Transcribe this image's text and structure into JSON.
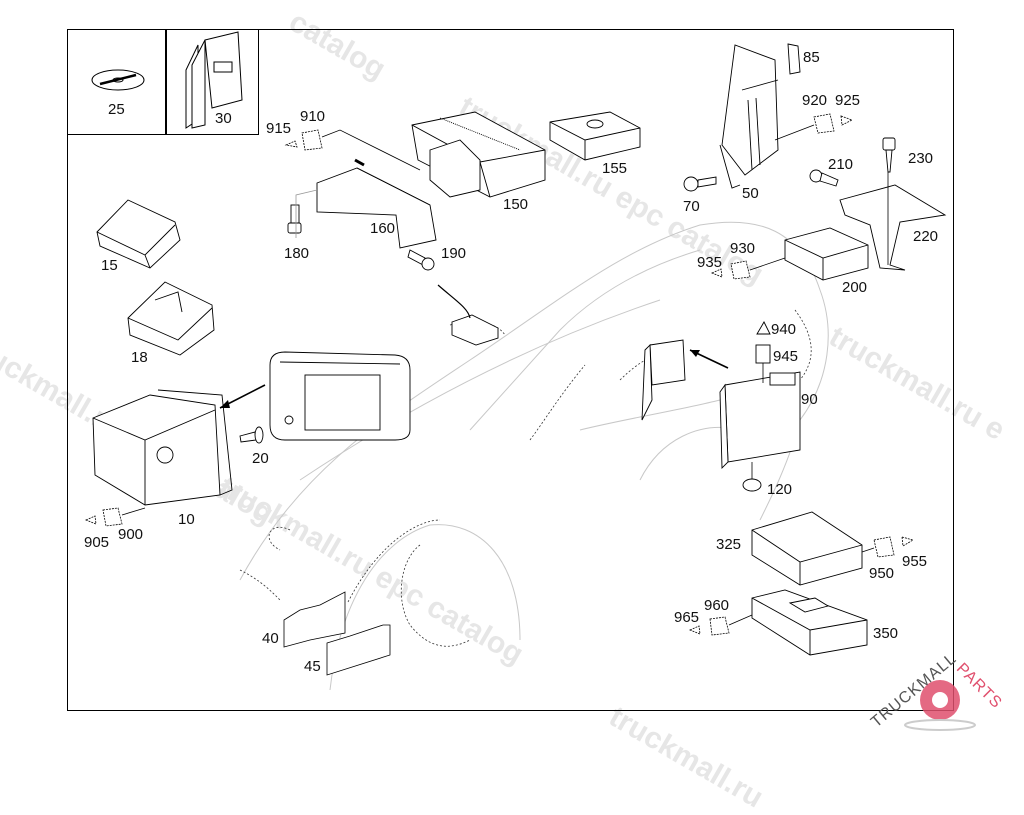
{
  "diagram": {
    "title": "Radio / navigation / telematics components parts diagram",
    "inset_items": [
      {
        "label": "25",
        "icon": "cd-disc-icon"
      },
      {
        "label": "30",
        "icon": "manual-book-icon"
      }
    ],
    "parts": [
      {
        "id": "p85",
        "label": "85"
      },
      {
        "id": "p920",
        "label": "920"
      },
      {
        "id": "p925",
        "label": "925"
      },
      {
        "id": "p915",
        "label": "915"
      },
      {
        "id": "p910",
        "label": "910"
      },
      {
        "id": "p155",
        "label": "155"
      },
      {
        "id": "p150",
        "label": "150"
      },
      {
        "id": "p210",
        "label": "210"
      },
      {
        "id": "p230",
        "label": "230"
      },
      {
        "id": "p70",
        "label": "70"
      },
      {
        "id": "p50",
        "label": "50"
      },
      {
        "id": "p160",
        "label": "160"
      },
      {
        "id": "p180",
        "label": "180"
      },
      {
        "id": "p190",
        "label": "190"
      },
      {
        "id": "p15",
        "label": "15"
      },
      {
        "id": "p930",
        "label": "930"
      },
      {
        "id": "p935",
        "label": "935"
      },
      {
        "id": "p220",
        "label": "220"
      },
      {
        "id": "p200",
        "label": "200"
      },
      {
        "id": "p940",
        "label": "940"
      },
      {
        "id": "p18",
        "label": "18"
      },
      {
        "id": "p945",
        "label": "945"
      },
      {
        "id": "p90",
        "label": "90"
      },
      {
        "id": "p20",
        "label": "20"
      },
      {
        "id": "p120",
        "label": "120"
      },
      {
        "id": "p10",
        "label": "10"
      },
      {
        "id": "p905",
        "label": "905"
      },
      {
        "id": "p900",
        "label": "900"
      },
      {
        "id": "p325",
        "label": "325"
      },
      {
        "id": "p950",
        "label": "950"
      },
      {
        "id": "p955",
        "label": "955"
      },
      {
        "id": "p960",
        "label": "960"
      },
      {
        "id": "p965",
        "label": "965"
      },
      {
        "id": "p350",
        "label": "350"
      },
      {
        "id": "p40",
        "label": "40"
      },
      {
        "id": "p45",
        "label": "45"
      }
    ]
  },
  "watermarks": {
    "text_1": "epc catalog",
    "text_2": "truckmall.ru epc catalog",
    "text_3": "truckmall.ru e",
    "text_4": "catalog",
    "text_5": "truckmall.ru epc catalog",
    "text_6": "truckmall.ru epc catalog",
    "text_7": "truckmall.ru epc catalog",
    "text_8": "truckmall.ru"
  },
  "logo": {
    "part1": "TRUCKMALL",
    "part2": "PARTS",
    "color_dark": "#555555",
    "color_accent": "#e0506e"
  }
}
